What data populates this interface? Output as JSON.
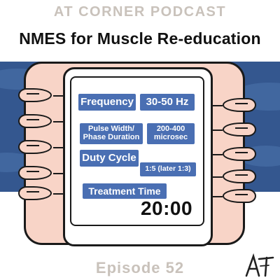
{
  "header": {
    "podcast_name": "AT CORNER PODCAST",
    "title": "NMES for Muscle Re-education"
  },
  "device": {
    "labels": {
      "frequency": "Frequency",
      "frequency_value": "30-50 Hz",
      "pulse_width_line1": "Pulse Width/",
      "pulse_width_line2": "Phase Duration",
      "pulse_value_line1": "200-400",
      "pulse_value_line2": "microsec",
      "duty_cycle": "Duty Cycle",
      "duty_cycle_value": "1:5 (later 1:3)",
      "treatment_time": "Treatment Time"
    },
    "timer": "20:00"
  },
  "footer": {
    "episode": "Episode 52",
    "logo_text": "AT"
  },
  "colors": {
    "band_blue": "#34578f",
    "label_blue": "#4a6fb3",
    "device_pink": "#f8d4c7",
    "muted_text": "#c9c2bb"
  }
}
